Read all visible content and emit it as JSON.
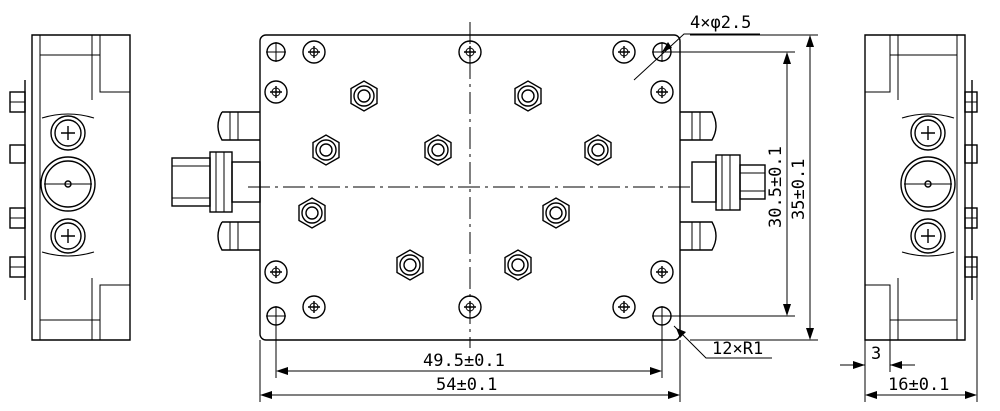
{
  "drawing": {
    "dimensions": {
      "mounting_holes": "4×φ2.5",
      "corner_radius": "12×R1",
      "hole_spacing_height": "30.5±0.1",
      "overall_height": "35±0.1",
      "hole_spacing_width": "49.5±0.1",
      "overall_width": "54±0.1",
      "side_offset": "3",
      "side_depth": "16±0.1"
    }
  }
}
